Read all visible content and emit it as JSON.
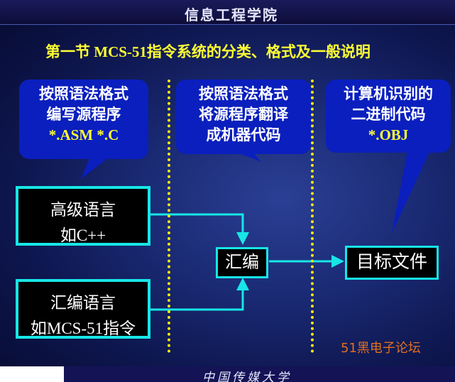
{
  "header": {
    "title": "信息工程学院"
  },
  "heading": "第一节   MCS-51指令系统的分类、格式及一般说明",
  "bubbles": [
    {
      "line1": "按照语法格式",
      "line2": "编写源程序",
      "line3": "*.ASM    *.C"
    },
    {
      "line1": "按照语法格式",
      "line2": "将源程序翻译",
      "line3": "成机器代码"
    },
    {
      "line1": "计算机识别的",
      "line2": "二进制代码",
      "line3": "*.OBJ"
    }
  ],
  "boxes": {
    "high_level": {
      "line1": "高级语言",
      "line2": "如C++"
    },
    "assembly_lang": {
      "line1": "汇编语言",
      "line2": "如MCS-51指令"
    },
    "assembler": "汇编",
    "target": "目标文件"
  },
  "watermark": "51黑电子论坛",
  "footer": {
    "logo": "中国传媒大学"
  },
  "colors": {
    "accent": "#ffff33",
    "box_border": "#17e6e6",
    "bubble": "#0a1fbd",
    "arrow": "#17e6e6"
  }
}
